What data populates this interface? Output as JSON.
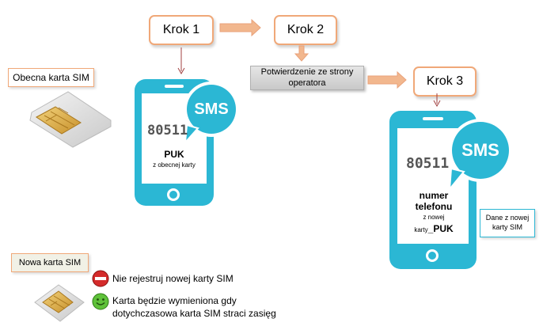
{
  "steps": {
    "step1": "Krok 1",
    "step2": "Krok 2",
    "step3": "Krok 3"
  },
  "confirm_text": "Potwierdzenie ze strony operatora",
  "current_sim_label": "Obecna karta SIM",
  "new_sim_label": "Nowa karta SIM",
  "phone1": {
    "sms": "SMS",
    "code": "80511",
    "line1": "PUK",
    "line2": "z obecnej karty"
  },
  "phone2": {
    "sms": "SMS",
    "code": "80511",
    "line1": "numer",
    "line2": "telefonu",
    "line3": "z nowej",
    "line4_prefix": "karty",
    "line4_puk": "_PUK"
  },
  "new_data_note": "Dane z nowej karty SIM",
  "legend": {
    "do_not": "Nie rejestruj nowej karty SIM",
    "ok_line1": "Karta będzie wymieniona gdy",
    "ok_line2": "dotychczasowa karta SIM straci zasięg"
  },
  "colors": {
    "accent_border": "#f0a878",
    "phone": "#2bb7d4",
    "arrow": "#f0b48c",
    "connector": "#a04040"
  }
}
